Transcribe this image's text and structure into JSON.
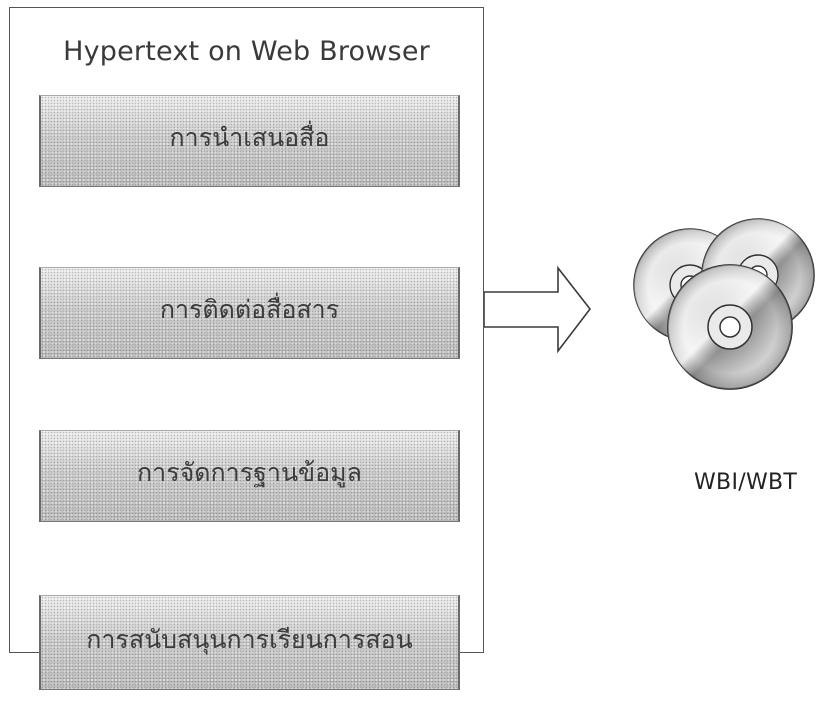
{
  "panel": {
    "title": "Hypertext on Web Browser",
    "modules": [
      {
        "label": "การนำเสนอสื่อ"
      },
      {
        "label": "การติดต่อสื่อสาร"
      },
      {
        "label": "การจัดการฐานข้อมูล"
      },
      {
        "label": "การสนับสนุนการเรียนการสอน"
      }
    ]
  },
  "output": {
    "caption": "WBI/WBT",
    "icon": "cd-discs-icon"
  },
  "arrow": {
    "icon": "right-arrow-icon"
  }
}
